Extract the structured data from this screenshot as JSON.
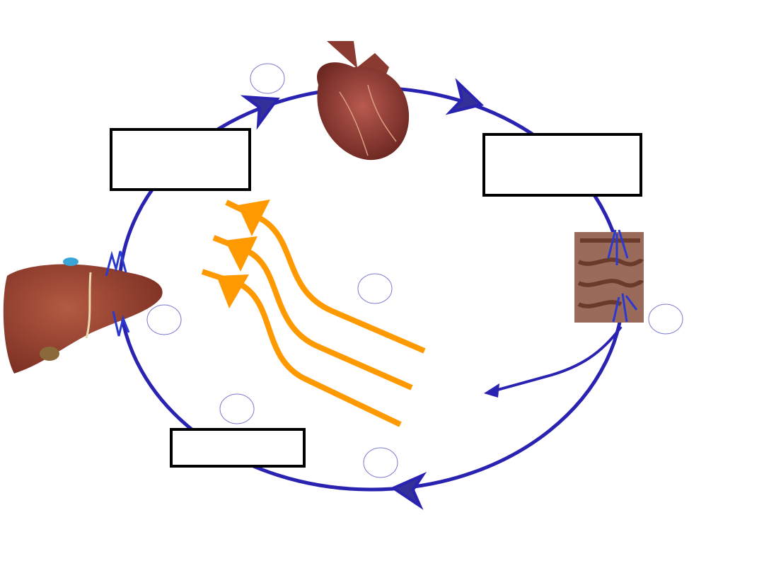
{
  "colors": {
    "circuit": "#2a22b0",
    "arrowhead_fill": "#33309a",
    "heat_arrows": "#ff9900",
    "label_box_border": "#000000",
    "marker_circle": "#7a78d0",
    "organ": "#9a4a3a"
  },
  "organs": [
    "heart",
    "liver",
    "intestines"
  ],
  "label_boxes": [
    {
      "id": "upper-left",
      "text": ""
    },
    {
      "id": "upper-right",
      "text": ""
    },
    {
      "id": "bottom-left",
      "text": ""
    }
  ],
  "marker_circles": [
    {
      "id": "top",
      "text": ""
    },
    {
      "id": "center",
      "text": ""
    },
    {
      "id": "liver-side",
      "text": ""
    },
    {
      "id": "intestine-side",
      "text": ""
    },
    {
      "id": "lower-left",
      "text": ""
    },
    {
      "id": "bottom",
      "text": ""
    }
  ]
}
